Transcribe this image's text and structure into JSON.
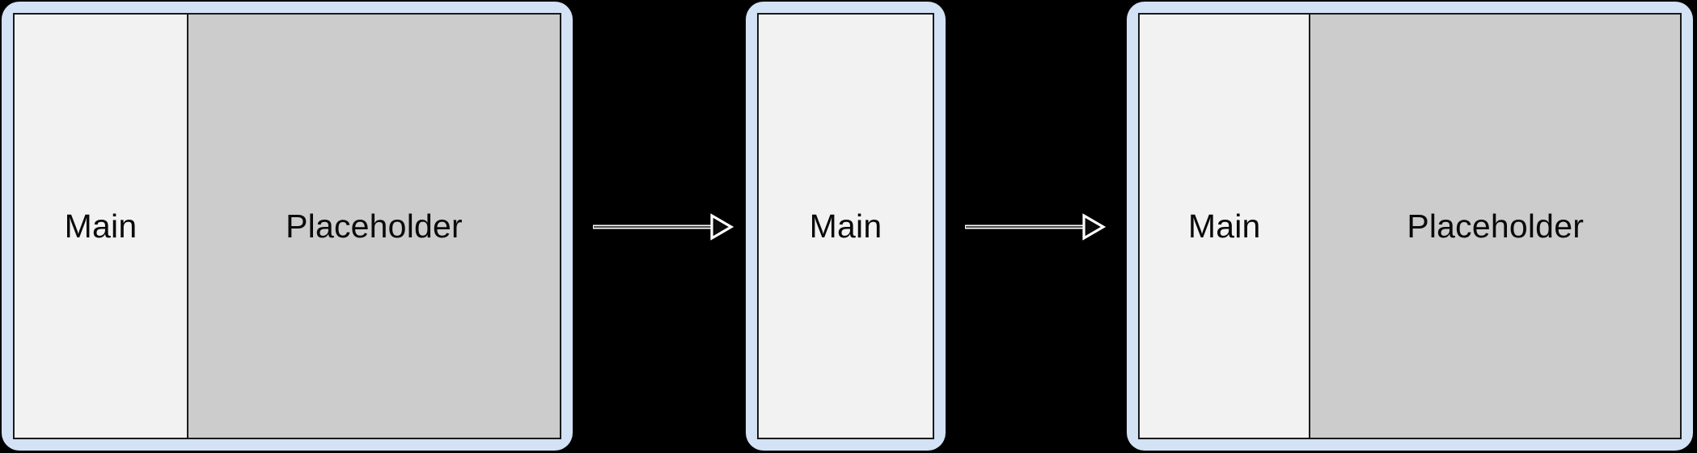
{
  "diagram": {
    "title": "Main / Placeholder pane transition",
    "background_color": "#000000",
    "frame_border_color": "#d3e2f5",
    "frame_outline_color": "#1a1a1a",
    "main_pane_color": "#f2f2f2",
    "placeholder_pane_color": "#cccccc",
    "arrow_color": "#ffffff",
    "label_color": "#0a0a0a"
  },
  "windows": [
    {
      "id": "window-1",
      "name": "two-pane-wide-window",
      "panes": [
        {
          "name": "main-pane",
          "label": "Main"
        },
        {
          "name": "placeholder-pane",
          "label": "Placeholder"
        }
      ]
    },
    {
      "id": "window-2",
      "name": "single-pane-narrow-window",
      "panes": [
        {
          "name": "main-pane",
          "label": "Main"
        }
      ]
    },
    {
      "id": "window-3",
      "name": "two-pane-wide-window-restored",
      "panes": [
        {
          "name": "main-pane",
          "label": "Main"
        },
        {
          "name": "placeholder-pane",
          "label": "Placeholder"
        }
      ]
    }
  ],
  "arrows": [
    {
      "id": "arrow-1",
      "name": "transition-arrow-collapse",
      "label": ""
    },
    {
      "id": "arrow-2",
      "name": "transition-arrow-expand",
      "label": ""
    }
  ]
}
